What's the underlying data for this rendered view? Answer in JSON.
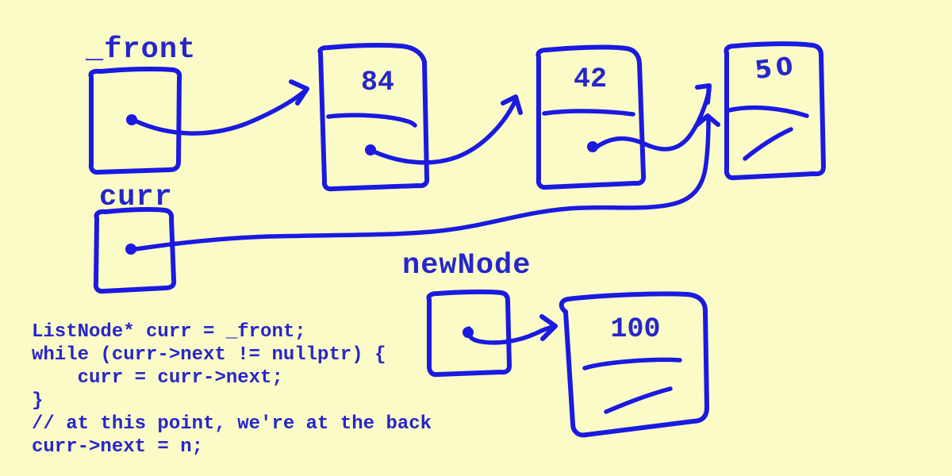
{
  "colors": {
    "background": "#fbfbc8",
    "ink_blue": "#1a1ae0",
    "text_blue": "#2626cb"
  },
  "labels": {
    "front": "_front",
    "curr": "curr",
    "new_node": "newNode"
  },
  "nodes": {
    "first": {
      "value": "84"
    },
    "second": {
      "value": "42"
    },
    "back": {
      "value": "50"
    },
    "new": {
      "value": "100"
    }
  },
  "code": {
    "lines": [
      "ListNode* curr = _front;",
      "while (curr->next != nullptr) {",
      "    curr = curr->next;",
      "}",
      "// at this point, we're at the back",
      "curr->next = n;"
    ]
  }
}
